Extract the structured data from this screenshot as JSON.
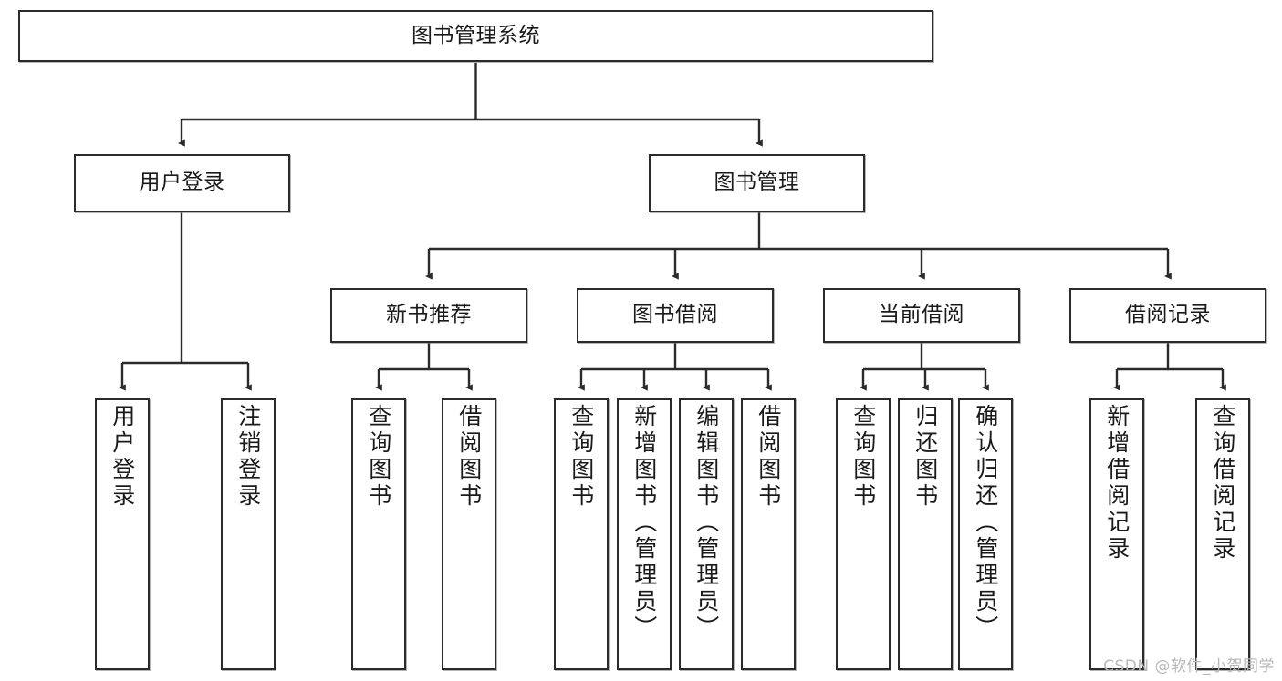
{
  "diagram": {
    "title": "图书管理系统",
    "type": "tree",
    "colors": {
      "box_border": "#2b2b2b",
      "box_fill": "#ffffff",
      "connector": "#2b2b2b",
      "text": "#1a1a1a",
      "watermark": "#b9b9b9",
      "background": "#ffffff"
    },
    "nodes": {
      "root": {
        "label": "图书管理系统",
        "orientation": "horizontal"
      },
      "level1": [
        {
          "id": "user-login",
          "label": "用户登录",
          "orientation": "horizontal"
        },
        {
          "id": "book-manage",
          "label": "图书管理",
          "orientation": "horizontal"
        }
      ],
      "level2": [
        {
          "id": "new-book-recommend",
          "label": "新书推荐",
          "orientation": "horizontal"
        },
        {
          "id": "book-borrow",
          "label": "图书借阅",
          "orientation": "horizontal"
        },
        {
          "id": "current-borrow",
          "label": "当前借阅",
          "orientation": "horizontal"
        },
        {
          "id": "borrow-record",
          "label": "借阅记录",
          "orientation": "horizontal"
        }
      ],
      "leaves": [
        {
          "id": "leaf-user-login",
          "label": "用户登录",
          "parent": "user-login",
          "orientation": "vertical"
        },
        {
          "id": "leaf-logout-login",
          "label": "注销登录",
          "parent": "user-login",
          "orientation": "vertical"
        },
        {
          "id": "leaf-query-book-1",
          "label": "查询图书",
          "parent": "new-book-recommend",
          "orientation": "vertical"
        },
        {
          "id": "leaf-borrow-book-1",
          "label": "借阅图书",
          "parent": "new-book-recommend",
          "orientation": "vertical"
        },
        {
          "id": "leaf-query-book-2",
          "label": "查询图书",
          "parent": "book-borrow",
          "orientation": "vertical"
        },
        {
          "id": "leaf-add-book",
          "label": "新增图书（管理员）",
          "parent": "book-borrow",
          "orientation": "vertical"
        },
        {
          "id": "leaf-edit-book",
          "label": "编辑图书（管理员）",
          "parent": "book-borrow",
          "orientation": "vertical"
        },
        {
          "id": "leaf-borrow-book-2",
          "label": "借阅图书",
          "parent": "book-borrow",
          "orientation": "vertical"
        },
        {
          "id": "leaf-query-book-3",
          "label": "查询图书",
          "parent": "current-borrow",
          "orientation": "vertical"
        },
        {
          "id": "leaf-return-book",
          "label": "归还图书",
          "parent": "current-borrow",
          "orientation": "vertical"
        },
        {
          "id": "leaf-confirm-return",
          "label": "确认归还（管理员）",
          "parent": "current-borrow",
          "orientation": "vertical"
        },
        {
          "id": "leaf-add-record",
          "label": "新增借阅记录",
          "parent": "borrow-record",
          "orientation": "vertical"
        },
        {
          "id": "leaf-query-record",
          "label": "查询借阅记录",
          "parent": "borrow-record",
          "orientation": "vertical"
        }
      ]
    },
    "watermark": "CSDN @软件_小贺同学"
  }
}
